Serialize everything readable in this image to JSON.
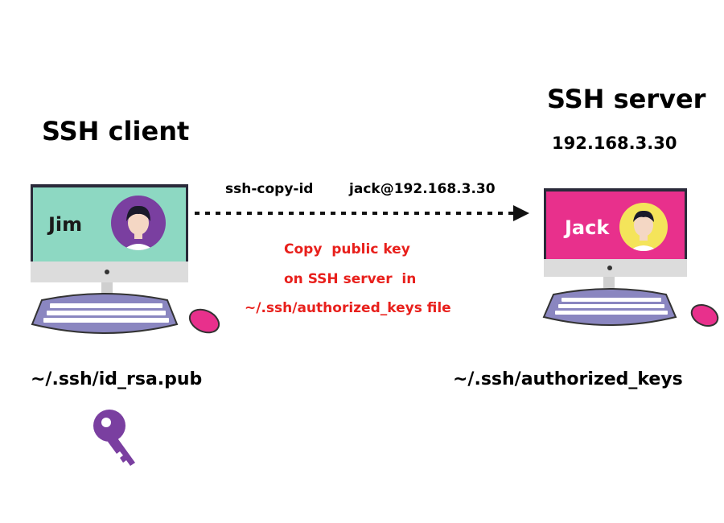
{
  "client": {
    "title": "SSH client",
    "user_name": "Jim",
    "key_path": "~/.ssh/id_rsa.pub",
    "screen_color": "#8dd8c2"
  },
  "server": {
    "title": "SSH server",
    "ip": "192.168.3.30",
    "user_name": "Jack",
    "keys_path": "~/.ssh/authorized_keys",
    "screen_color": "#e8308c"
  },
  "transfer": {
    "command": "ssh-copy-id     jack@192.168.3.30",
    "note_line1": "Copy  public key",
    "note_line2": "on SSH server  in",
    "note_line3": "~/.ssh/authorized_keys file",
    "note_color": "#e8201c"
  },
  "icons": {
    "client_computer": "desktop-computer-icon",
    "server_computer": "desktop-computer-icon",
    "key": "key-icon",
    "arrow": "dotted-arrow-icon"
  }
}
